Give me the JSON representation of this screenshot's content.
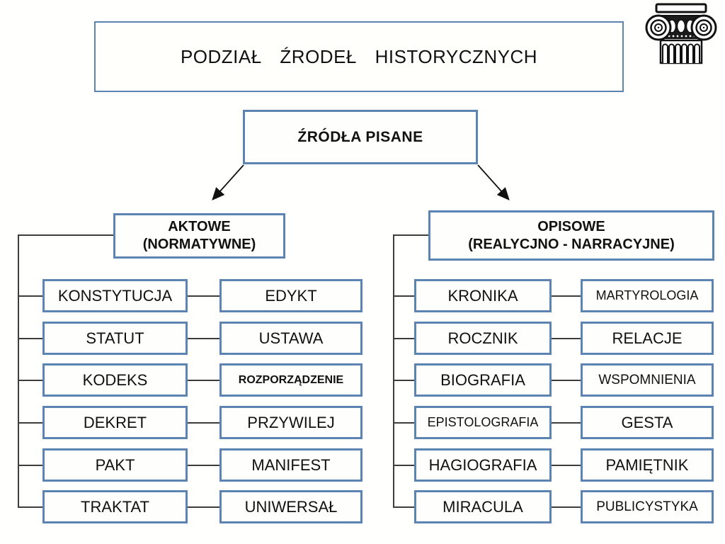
{
  "title": {
    "text": "PODZIAŁ ŹRODEŁ HISTORYCZNYCH"
  },
  "root": {
    "label": "ŹRÓDŁA PISANE"
  },
  "colors": {
    "box_border": "#5c83b2",
    "connector": "#3d3d3d",
    "arrow": "#111111",
    "text": "#111111",
    "background": "#ffffff"
  },
  "icon": {
    "name": "ionic-column-capital"
  },
  "groups": [
    {
      "header": {
        "line1": "AKTOWE",
        "line2": "(NORMATYWNE)"
      },
      "rows": [
        [
          "KONSTYTUCJA",
          "EDYKT"
        ],
        [
          "STATUT",
          "USTAWA"
        ],
        [
          "KODEKS",
          "ROZPORZĄDZENIE"
        ],
        [
          "DEKRET",
          "PRZYWILEJ"
        ],
        [
          "PAKT",
          "MANIFEST"
        ],
        [
          "TRAKTAT",
          "UNIWERSAŁ"
        ]
      ]
    },
    {
      "header": {
        "line1": "OPISOWE",
        "line2": "(REALYCJNO - NARRACYJNE)"
      },
      "rows": [
        [
          "KRONIKA",
          "MARTYROLOGIA"
        ],
        [
          "ROCZNIK",
          "RELACJE"
        ],
        [
          "BIOGRAFIA",
          "WSPOMNIENIA"
        ],
        [
          "EPISTOLOGRAFIA",
          "GESTA"
        ],
        [
          "HAGIOGRAFIA",
          "PAMIĘTNIK"
        ],
        [
          "MIRACULA",
          "PUBLICYSTYKA"
        ]
      ]
    }
  ]
}
